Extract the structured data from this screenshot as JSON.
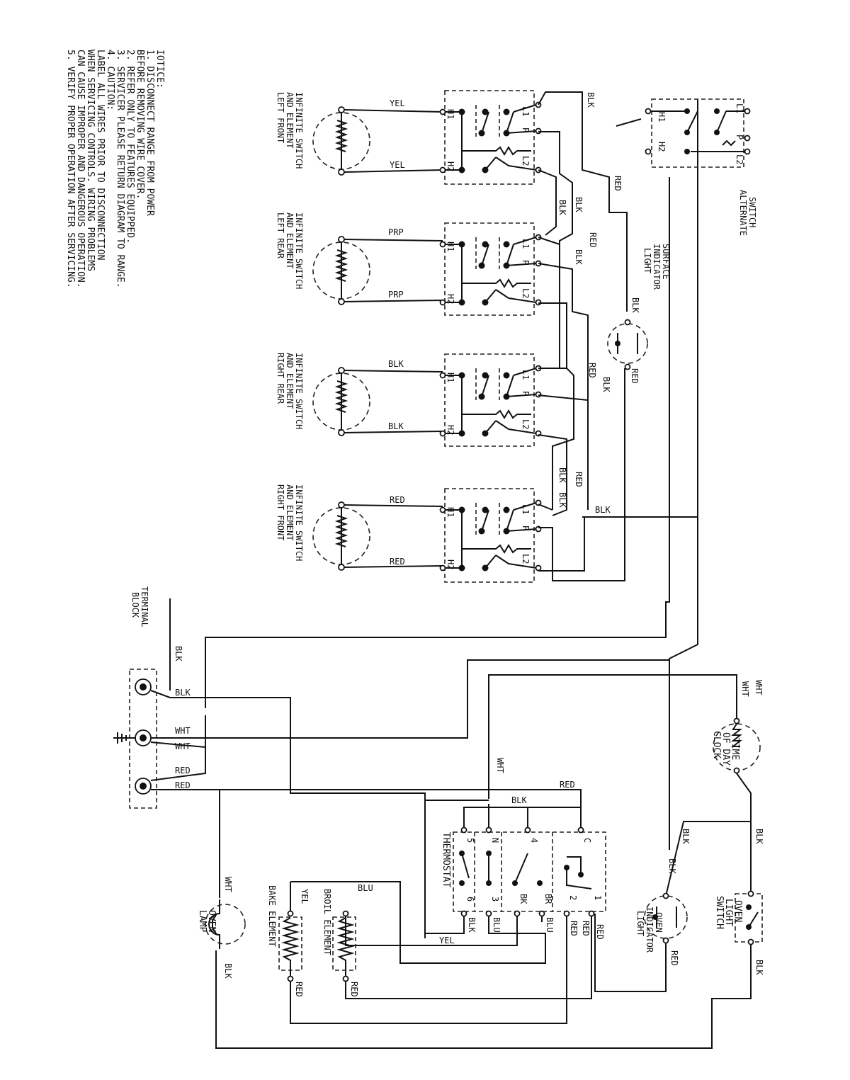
{
  "notice": {
    "title": "IOTICE:",
    "lines": [
      "1. DISCONNECT RANGE FROM POWER",
      "   BEFORE REMOVING WIRE COVER.",
      "2. REFER ONLY TO FEATURES EQUIPPED.",
      "3. SERVICER PLEASE RETURN DIAGRAM TO RANGE.",
      "4. CAUTION:",
      "   LABEL ALL WIRES PRIOR TO DISCONNECTION",
      "   WHEN SERVICING CONTROLS. WIRING PROBLEMS",
      "   CAN CAUSE IMPROPER AND DANGEROUS OPERATION.",
      "5. VERIFY PROPER OPERATION AFTER SERVICING."
    ]
  },
  "elements": [
    {
      "name": [
        "INFINITE SWITCH",
        "AND ELEMENT",
        "LEFT FRONT"
      ],
      "wire": "YEL"
    },
    {
      "name": [
        "INFINITE SWITCH",
        "AND ELEMENT",
        "LEFT REAR"
      ],
      "wire": "PRP"
    },
    {
      "name": [
        "INFINITE SWITCH",
        "AND ELEMENT",
        "RIGHT REAR"
      ],
      "wire": "BLK"
    },
    {
      "name": [
        "INFINITE SWITCH",
        "AND ELEMENT",
        "RIGHT FRONT"
      ],
      "wire": "RED"
    }
  ],
  "switch_terminals": {
    "h1": "H1",
    "h2": "H2",
    "l1": "L1",
    "l2": "L2",
    "p": "P"
  },
  "alternate_switch": [
    "ALTERNATE",
    "SWITCH"
  ],
  "surface_light": [
    "SURFACE",
    "INDICATOR",
    "LIGHT"
  ],
  "terminal_block": [
    "TERMINAL",
    "BLOCK"
  ],
  "clock": [
    "TIME",
    "OF DAY",
    "CLOCK"
  ],
  "oven_light_switch": [
    "OVEN",
    "LIGHT",
    "SWITCH"
  ],
  "oven_indicator": [
    "OVEN",
    "INDICATOR",
    "LIGHT"
  ],
  "thermostat": {
    "label": "THERMOSTAT",
    "top_terms": [
      "5",
      "N",
      "4",
      "C"
    ],
    "bottom_terms": [
      "6",
      "3",
      "BK",
      "BR",
      "2",
      "1"
    ]
  },
  "bake_element": "BAKE ELEMENT",
  "broil_element": "BROIL ELEMENT",
  "oven_lamp": [
    "OVEN",
    "LAMP"
  ],
  "wires": {
    "blk": "BLK",
    "red": "RED",
    "wht": "WHT",
    "yel": "YEL",
    "blu": "BLU",
    "prp": "PRP"
  }
}
